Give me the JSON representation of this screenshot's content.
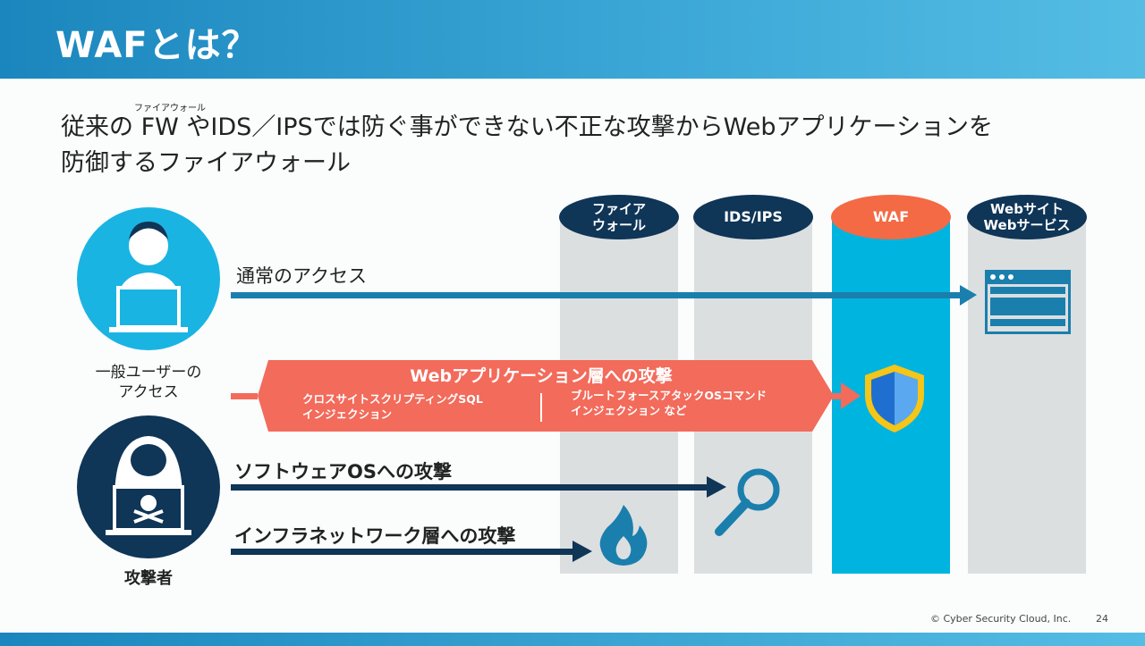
{
  "title": "WAFとは？",
  "subtitle": {
    "line1": "従来の FW やIDS／IPSでは防ぐ事ができない不正な攻撃からWebアプリケーションを",
    "line2": "防御するファイアウォール",
    "ruby": "ファイアウォール"
  },
  "columns": [
    {
      "label": "ファイア\nウォール"
    },
    {
      "label": "IDS/IPS"
    },
    {
      "label": "WAF"
    },
    {
      "label": "Webサイト\nWebサービス"
    }
  ],
  "actors": {
    "user": "一般ユーザーの\nアクセス",
    "attacker": "攻撃者"
  },
  "arrows": {
    "normal": "通常のアクセス",
    "web_app": {
      "title": "Webアプリケーション層への攻撃",
      "left": "クロスサイトスクリプティングSQL\nインジェクション",
      "right": "ブルートフォースアタックOSコマンド\nインジェクション など"
    },
    "os": "ソフトウェアOSへの攻撃",
    "network": "インフラネットワーク層への攻撃"
  },
  "footer": {
    "copyright": "© Cyber Security Cloud, Inc.",
    "page": "24"
  },
  "colors": {
    "navy": "#0f3557",
    "waf": "#00b4e0",
    "attack": "#f26b5b",
    "waf_cap": "#f36a45"
  }
}
